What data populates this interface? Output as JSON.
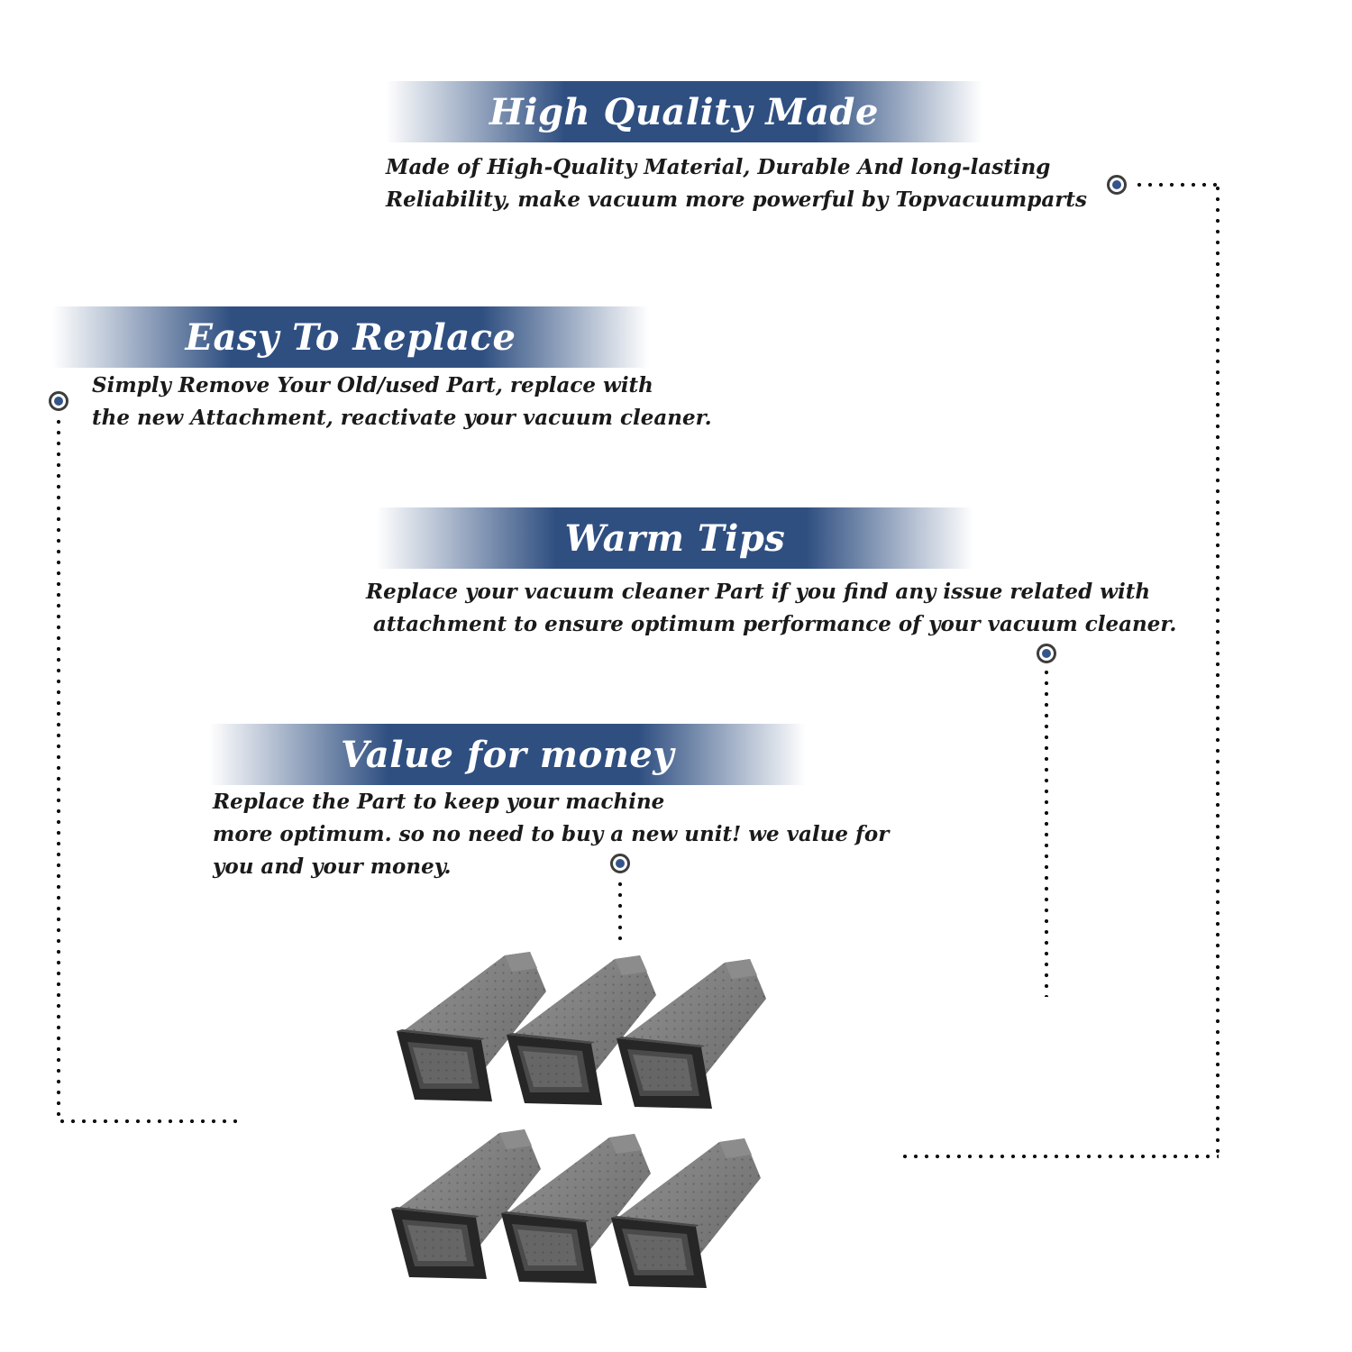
{
  "sections": [
    {
      "title": "High Quality Made",
      "lines": [
        "Made of  High-Quality Material, Durable And long-lasting",
        "Reliability, make vacuum more powerful by Topvacuumparts"
      ]
    },
    {
      "title": "Easy To Replace",
      "lines": [
        "Simply Remove Your Old/used Part, replace with",
        "the new Attachment, reactivate your vacuum cleaner."
      ]
    },
    {
      "title": "Warm Tips",
      "lines": [
        "Replace your vacuum cleaner Part if you find any issue related with",
        " attachment to ensure optimum performance of your vacuum cleaner."
      ]
    },
    {
      "title": "Value for money",
      "lines": [
        "Replace the Part to keep your machine",
        "more optimum. so no need to buy a new unit! we value for",
        "you and your money."
      ]
    }
  ],
  "colors": {
    "banner_dark": "#2f4f81",
    "banner_light": "#ffffff",
    "bullet_fill": "#35558a",
    "dots": "#111111",
    "bag_body": "#7b7b7b",
    "bag_frame": "#262626"
  },
  "product": {
    "icon": "vacuum-filter-bag-icon",
    "count": 6
  }
}
